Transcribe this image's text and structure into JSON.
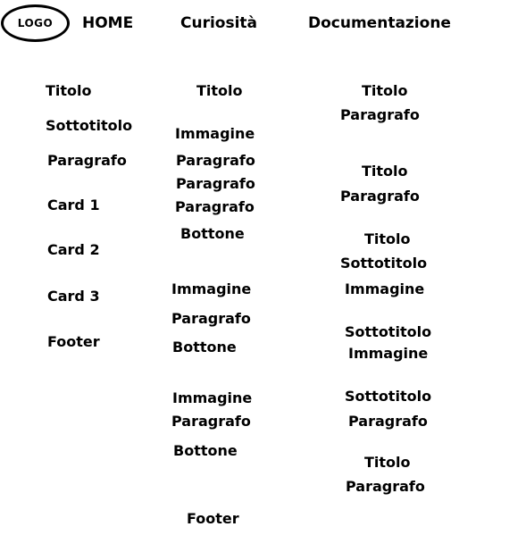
{
  "logo": {
    "label": "LOGO"
  },
  "nav": {
    "home": "HOME",
    "curiosita": "Curiosità",
    "documentazione": "Documentazione"
  },
  "home_column": [
    "Titolo",
    "Sottotitolo",
    "Paragrafo",
    "Card 1",
    "Card 2",
    "Card 3",
    "Footer"
  ],
  "curiosita_column": [
    "Titolo",
    "Immagine",
    "Paragrafo",
    "Paragrafo",
    "Paragrafo",
    "Bottone",
    "Immagine",
    "Paragrafo",
    "Bottone",
    "Immagine",
    "Paragrafo",
    "Bottone",
    "Footer"
  ],
  "documentazione_column": [
    "Titolo",
    "Paragrafo",
    "Titolo",
    "Paragrafo",
    "Titolo",
    "Sottotitolo",
    "Immagine",
    "Sottotitolo",
    "Immagine",
    "Sottotitolo",
    "Paragrafo",
    "Titolo",
    "Paragrafo"
  ]
}
